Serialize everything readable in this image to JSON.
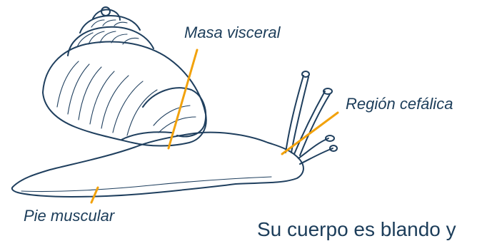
{
  "labels": {
    "visceral_mass": "Masa visceral",
    "head_region": "Región cefálica",
    "muscular_foot": "Pie muscular"
  },
  "caption": "Su cuerpo es blando y",
  "colors": {
    "ink": "#1f3f5e",
    "label_text": "#1c3d5a",
    "leader_line": "#f2a20c",
    "background": "#ffffff"
  }
}
